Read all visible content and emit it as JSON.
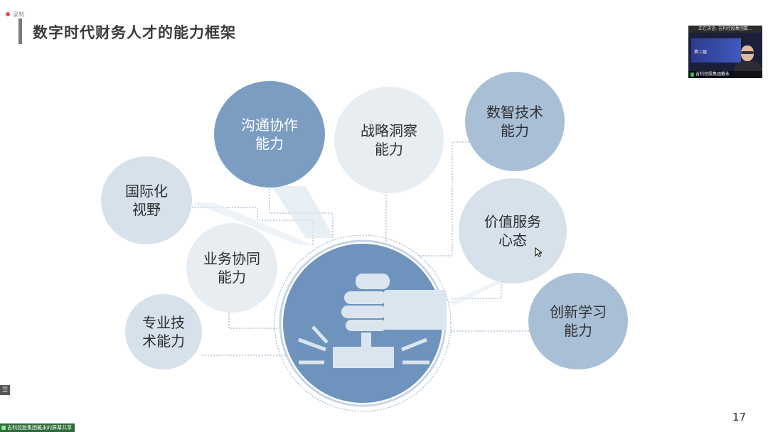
{
  "slide": {
    "title": "数字时代财务人才的能力框架",
    "page_number": "17",
    "rec_label": "录制"
  },
  "bubbles": {
    "communication": "沟通协作\n能力",
    "strategy": "战略洞察\n能力",
    "digital": "数智技术\n能力",
    "international": "国际化\n视野",
    "value": "价值服务\n心态",
    "business": "业务协同\n能力",
    "innovation": "创新学习\n能力",
    "professional": "专业技\n术能力"
  },
  "video": {
    "top_text": "正在讲话: 吉利控股集团戴...",
    "banner_text": "第二届",
    "name": "吉利控股集团戴永"
  },
  "share_bar": {
    "label": "吉利控股集团戴永的屏幕共享"
  },
  "colors": {
    "dark_bubble": "#7c9dc2",
    "mid_bubble": "#a9bfd6",
    "light_bubble": "#d6e1ec",
    "center_circle": "#6e94bd"
  },
  "icons": {
    "center": "fist-press-button-icon"
  }
}
